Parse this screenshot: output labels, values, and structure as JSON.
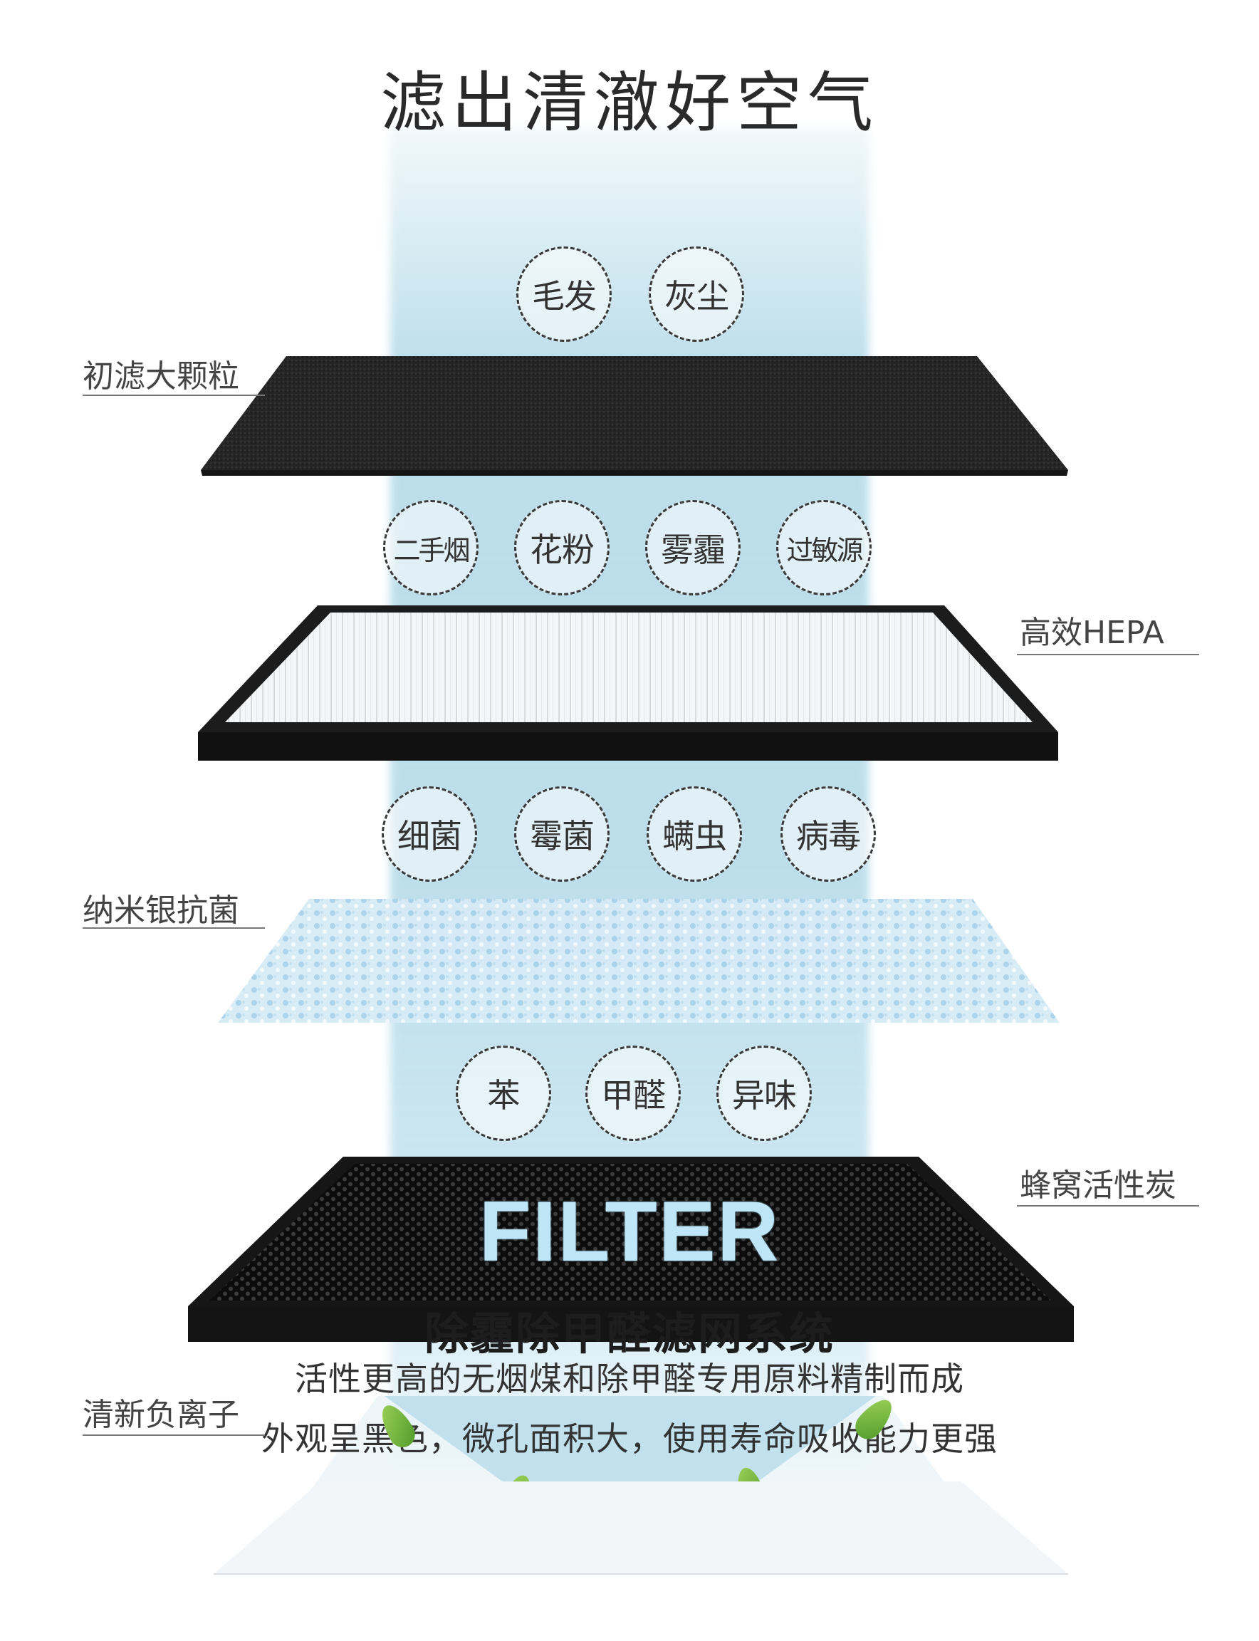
{
  "title": "滤出清澈好空气",
  "layers": {
    "pre_filter": {
      "label": "初滤大颗粒",
      "pollutants": [
        "毛发",
        "灰尘"
      ]
    },
    "hepa": {
      "label": "高效HEPA",
      "pollutants": [
        "二手烟",
        "花粉",
        "雾霾",
        "过敏源"
      ]
    },
    "silver": {
      "label": "纳米银抗菌",
      "pollutants": [
        "细菌",
        "霉菌",
        "螨虫",
        "病毒"
      ]
    },
    "carbon": {
      "label": "蜂窝活性炭",
      "pollutants": [
        "苯",
        "甲醛",
        "异味"
      ]
    },
    "anion": {
      "label": "清新负离子"
    }
  },
  "brand_word": "FILTER",
  "subtitle": "除霾除甲醛滤网系统",
  "description": [
    "活性更高的无烟煤和除甲醛专用原料精制而成",
    "外观呈黑色，微孔面积大，使用寿命吸收能力更强"
  ],
  "colors": {
    "foam": "#1f1f1f",
    "hepa_frame": "#1c1c1c",
    "hepa_media": "#f2f4f6",
    "silver_media": "#cfe6f3",
    "carbon": "#121212",
    "beam": "#a6d3e4",
    "filter_word": "#bfe6f7"
  }
}
